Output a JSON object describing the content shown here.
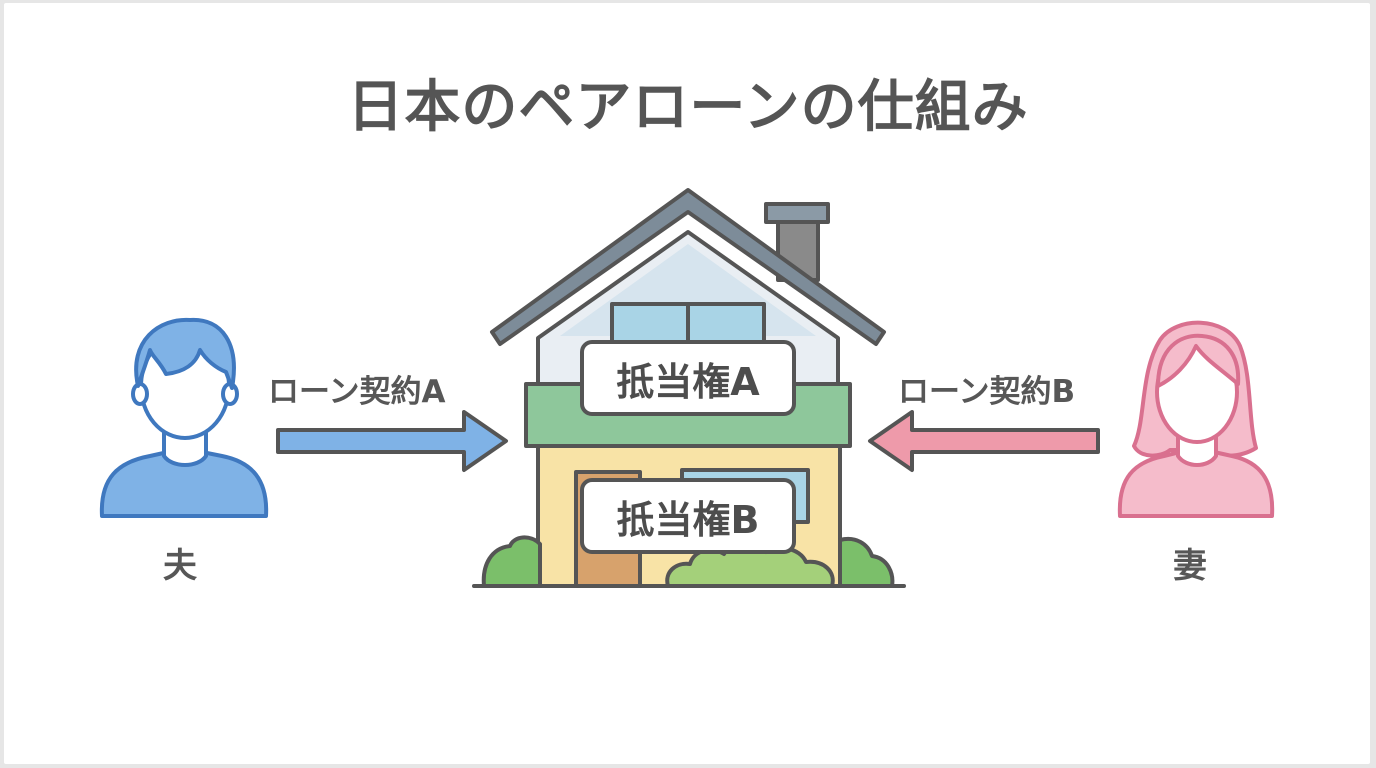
{
  "title": "日本のペアローンの仕組み",
  "husband": {
    "label": "夫"
  },
  "wife": {
    "label": "妻"
  },
  "loan_a": "ローン契約A",
  "loan_b": "ローン契約B",
  "lien_a": "抵当権A",
  "lien_b": "抵当権B",
  "colors": {
    "husband": "#7fb2e6",
    "husband_stroke": "#3f78bf",
    "wife": "#f5bccb",
    "wife_stroke": "#d9708f",
    "arrow_a": "#7fb2e6",
    "arrow_b": "#ee9aaa",
    "roof": "#7d8c99",
    "floor_band": "#8ec79b",
    "wall_lower": "#f8e3a6",
    "outline": "#555555"
  },
  "icons": [
    "husband-icon",
    "wife-icon",
    "house-icon",
    "arrow-right-icon",
    "arrow-left-icon"
  ]
}
